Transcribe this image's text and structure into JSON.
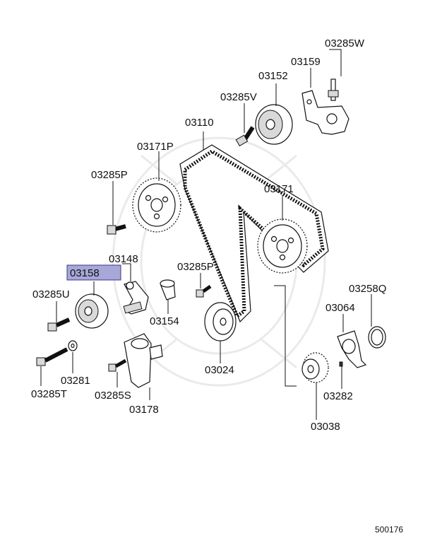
{
  "diagram": {
    "highlighted_part": "03158",
    "labels": {
      "p03285W": "03285W",
      "p03159": "03159",
      "p03152": "03152",
      "p03285V": "03285V",
      "p03110": "03110",
      "p03171P": "03171P",
      "p03285P_top": "03285P",
      "p03171": "03171",
      "p03148": "03148",
      "p03158": "03158",
      "p03285P_mid": "03285P",
      "p03285U": "03285U",
      "p03258Q": "03258Q",
      "p03064": "03064",
      "p03154": "03154",
      "p03281": "03281",
      "p03024": "03024",
      "p03285T": "03285T",
      "p03285S": "03285S",
      "p03282": "03282",
      "p03178": "03178",
      "p03038": "03038"
    },
    "reference": "500176"
  }
}
